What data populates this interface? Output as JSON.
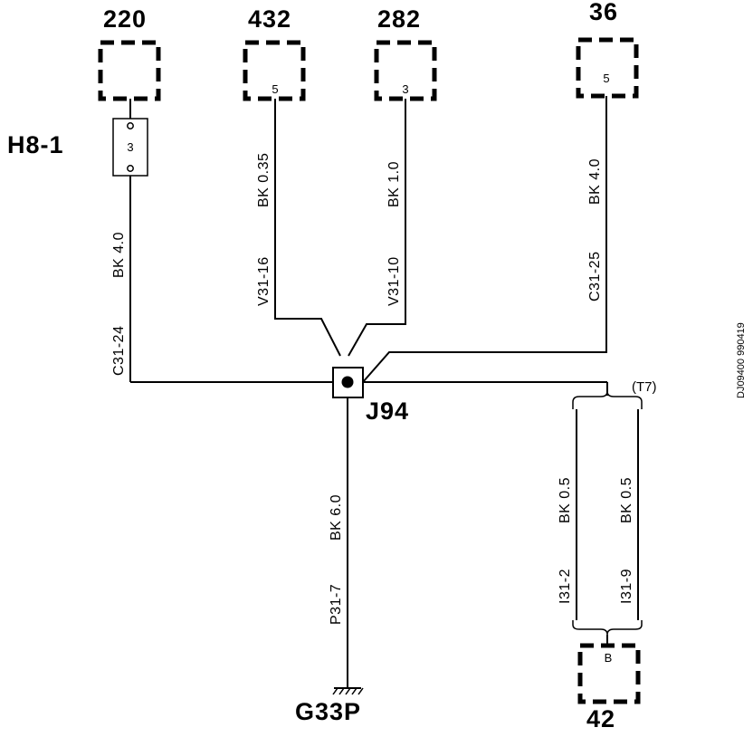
{
  "components": {
    "c220": {
      "number": "220"
    },
    "c432": {
      "number": "432",
      "pin": "5"
    },
    "c282": {
      "number": "282",
      "pin": "3"
    },
    "c36": {
      "number": "36",
      "pin": "5"
    },
    "c42": {
      "number": "42",
      "pin": "B"
    }
  },
  "connector_h8": {
    "label": "H8-1",
    "pin": "3"
  },
  "splice": {
    "label": "J94"
  },
  "ground": {
    "label": "G33P"
  },
  "wires": {
    "c31_24": {
      "circuit": "C31-24",
      "spec": "BK 4.0"
    },
    "v31_16": {
      "circuit": "V31-16",
      "spec": "BK 0.35"
    },
    "v31_10": {
      "circuit": "V31-10",
      "spec": "BK 1.0"
    },
    "c31_25": {
      "circuit": "C31-25",
      "spec": "BK 4.0"
    },
    "p31_7": {
      "circuit": "P31-7",
      "spec": "BK 6.0"
    },
    "i31_2": {
      "circuit": "I31-2",
      "spec": "BK 0.5"
    },
    "i31_9": {
      "circuit": "I31-9",
      "spec": "BK 0.5"
    }
  },
  "twisted_pair": {
    "label": "(T7)"
  },
  "drawing_id": "DJ09400 990419"
}
